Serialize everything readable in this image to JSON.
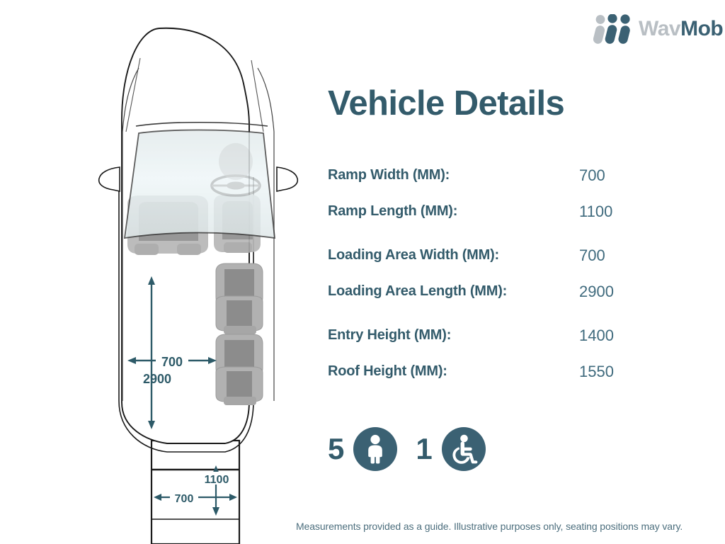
{
  "brand": {
    "logo_icon": "wavmob-people-logo-icon",
    "name_light": "Wav",
    "name_dark": "Mob",
    "color_light": "#b9bfc4",
    "color_dark": "#3b6173"
  },
  "header": {
    "title": "Vehicle Details",
    "title_color": "#335b6b"
  },
  "specs": [
    {
      "label": "Ramp Width (MM):",
      "value": "700",
      "group": 0
    },
    {
      "label": "Ramp Length (MM):",
      "value": "1100",
      "group": 0
    },
    {
      "label": "Loading Area Width (MM):",
      "value": "700",
      "group": 1
    },
    {
      "label": "Loading Area Length (MM):",
      "value": "2900",
      "group": 1
    },
    {
      "label": "Entry Height (MM):",
      "value": "1400",
      "group": 2
    },
    {
      "label": "Roof Height (MM):",
      "value": "1550",
      "group": 2
    }
  ],
  "capacity": {
    "seated_count": "5",
    "seated_icon": "person-icon",
    "wheelchair_count": "1",
    "wheelchair_icon": "wheelchair-icon",
    "badge_color": "#3b6173"
  },
  "footer": {
    "note": "Measurements provided as a guide. Illustrative purposes only, seating positions may vary."
  },
  "diagram": {
    "title": "vehicle-top-down-plan",
    "dimension_color": "#2d5a68",
    "outline_color": "#1a1a1a",
    "glass_color": "#e8f1f3",
    "seat_color": "#9a9a9a",
    "annotations": {
      "loading_area_width": "700",
      "loading_area_length": "2900",
      "ramp_width": "700",
      "ramp_length": "1100"
    },
    "seat_positions": [
      "front-left-bench",
      "front-right-driver",
      "middle-right",
      "rear-right"
    ]
  }
}
